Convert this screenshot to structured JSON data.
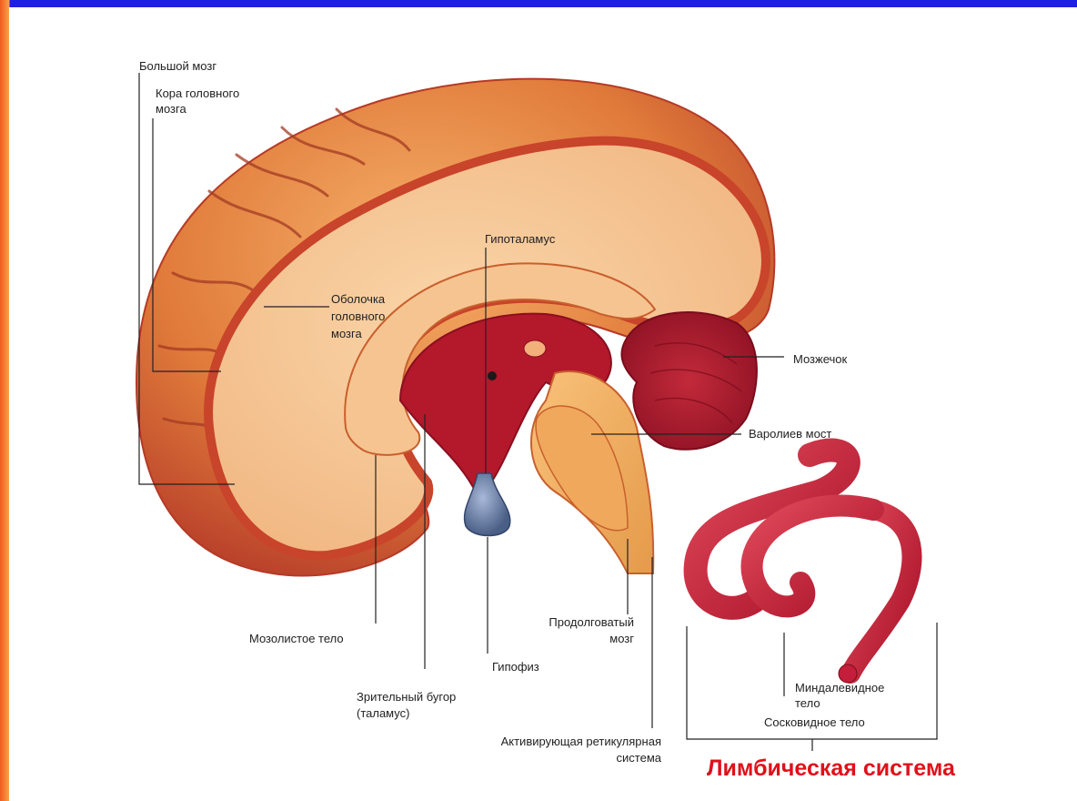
{
  "labels": {
    "cerebrum": "Большой мозг",
    "cortex_line1": "Кора головного",
    "cortex_line2": "мозга",
    "hypothalamus": "Гипоталамус",
    "meninges_line1": "Оболочка",
    "meninges_line2": "головного",
    "meninges_line3": "мозга",
    "cerebellum": "Мозжечок",
    "pons": "Варолиев мост",
    "corpus_callosum": "Мозолистое тело",
    "medulla_line1": "Продолговатый",
    "medulla_line2": "мозг",
    "pituitary": "Гипофиз",
    "thalamus_line1": "Зрительный бугор",
    "thalamus_line2": "(таламус)",
    "reticular_line1": "Активирующая ретикулярная",
    "reticular_line2": "система",
    "amygdala_line1": "Миндалевидное",
    "amygdala_line2": "тело",
    "mammillary": "Сосковидное тело"
  },
  "title": "Лимбическая система",
  "colors": {
    "frame": "#1f1fe0",
    "accent_left": "#f05a1e",
    "title": "#e0101a",
    "cortex": "#c8442a",
    "white_matter": "#f4c08e",
    "deep_red": "#b3182b",
    "limbic": "#c41e3a",
    "pituitary": "#6a7fa6"
  }
}
